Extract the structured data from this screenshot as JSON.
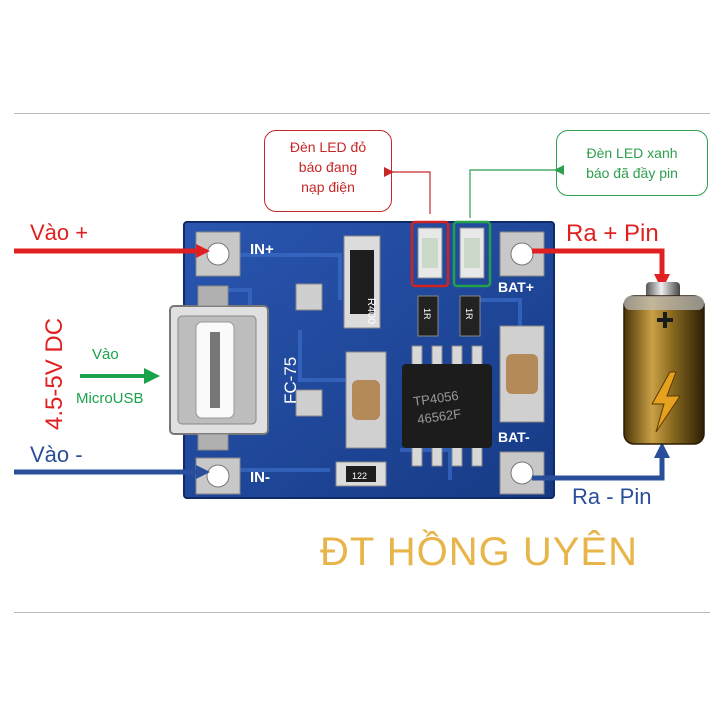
{
  "callouts": {
    "red_led": {
      "lines": [
        "Đèn LED đỏ",
        "báo đang",
        "nạp điện"
      ],
      "color": "#c62828"
    },
    "green_led": {
      "lines": [
        "Đèn LED xanh",
        "báo đã đầy pin"
      ],
      "color": "#2e9e4f"
    }
  },
  "labels": {
    "in_plus": "Vào  +",
    "in_minus": "Vào  -",
    "out_plus": "Ra  + Pin",
    "out_minus": "Ra  - Pin",
    "voltage": "4.5-5V DC",
    "usb_in_top": "Vào",
    "usb_in_bottom": "MicroUSB"
  },
  "board": {
    "pad_in_plus": "IN+",
    "pad_in_minus": "IN-",
    "pad_bat_plus": "BAT+",
    "pad_bat_minus": "BAT-",
    "model": "FC-75",
    "chip": [
      "TP4056",
      "46562F"
    ],
    "resistor": "R400",
    "small_resistor": "122",
    "led_resistor": "1R"
  },
  "brand": "ĐT HỒNG UYÊN",
  "colors": {
    "board": "#1b3f8f",
    "positive_wire": "#e02020",
    "negative_wire": "#2a4f9a",
    "usb_arrow": "#1aa34a",
    "brand": "#e8b54a"
  },
  "icons": {
    "battery": "battery-icon",
    "bolt": "lightning-icon"
  }
}
